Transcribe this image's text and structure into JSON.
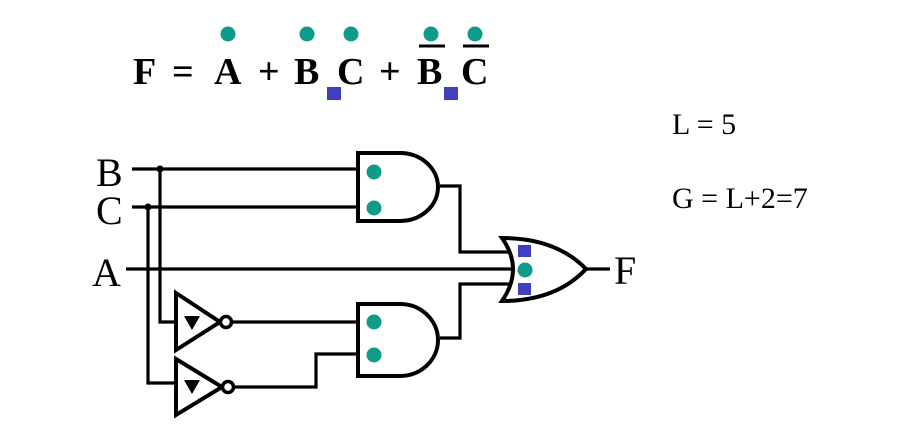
{
  "equation": {
    "lhs": "F",
    "equals": "=",
    "terms": [
      {
        "text": "A",
        "complemented": false
      },
      {
        "text": "+",
        "complemented": false
      },
      {
        "text": "B",
        "complemented": false
      },
      {
        "text": "C",
        "complemented": false
      },
      {
        "text": "+",
        "complemented": false
      },
      {
        "text": "B",
        "complemented": true
      },
      {
        "text": "C",
        "complemented": true
      }
    ]
  },
  "inputs": {
    "b": "B",
    "c": "C",
    "a": "A"
  },
  "output": "F",
  "metrics": {
    "l": "L = 5",
    "g": "G = L+2=7"
  },
  "colors": {
    "dot": "#0e9b8a",
    "square": "#3f3fbf"
  }
}
